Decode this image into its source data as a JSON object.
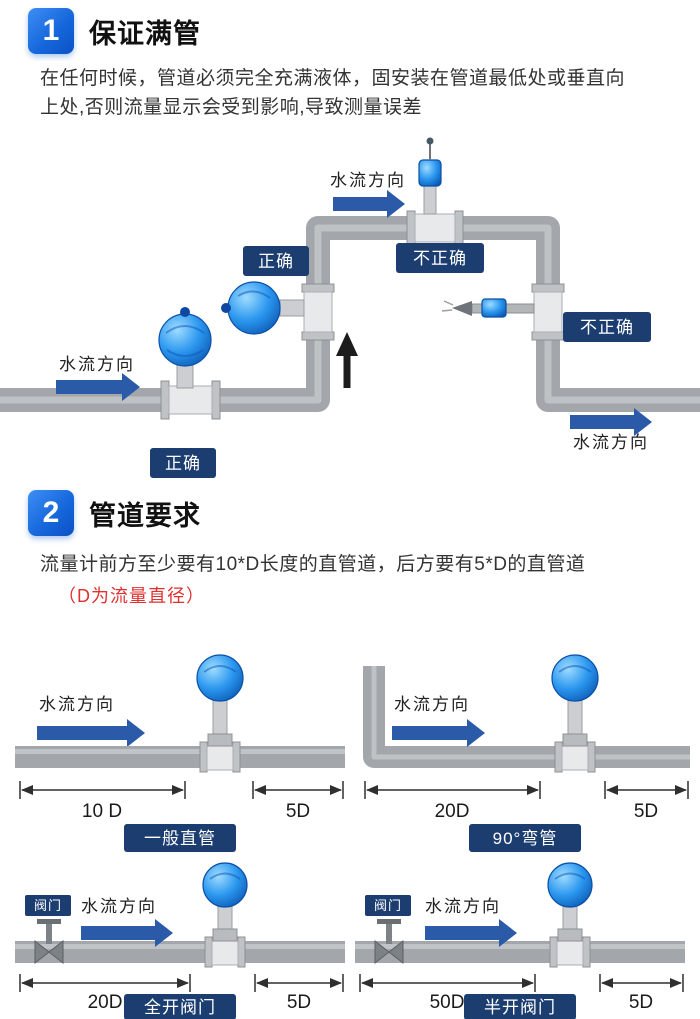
{
  "colors": {
    "accent_blue": "#1668dc",
    "navy_label": "#1c3d70",
    "arrow_blue": "#2a5aa8",
    "note_red": "#e03131",
    "pipe_gray": "#a3a7ab"
  },
  "section1": {
    "number": "1",
    "title": "保证满管",
    "description": "在任何时候，管道必须完全充满液体，固安装在管道最低处或垂直向上处,否则流量显示会受到影响,导致测量误差",
    "diagram": {
      "flow_top": "水流方向",
      "flow_left": "水流方向",
      "flow_right": "水流方向",
      "correct_riser": "正确",
      "incorrect_top": "不正确",
      "incorrect_right": "不正确",
      "correct_left": "正确"
    }
  },
  "section2": {
    "number": "2",
    "title": "管道要求",
    "description": "流量计前方至少要有10*D长度的直管道，后方要有5*D的直管道",
    "note": "（D为流量直径）",
    "diagrams": [
      {
        "flow": "水流方向",
        "dim_front": "10 D",
        "dim_back": "5D",
        "caption": "一般直管"
      },
      {
        "flow": "水流方向",
        "dim_front": "20D",
        "dim_back": "5D",
        "caption": "90°弯管"
      },
      {
        "flow": "水流方向",
        "dim_front": "20D",
        "dim_back": "5D",
        "caption": "全开阀门",
        "valve": "阀门"
      },
      {
        "flow": "水流方向",
        "dim_front": "50D",
        "dim_back": "5D",
        "caption": "半开阀门",
        "valve": "阀门"
      }
    ]
  }
}
